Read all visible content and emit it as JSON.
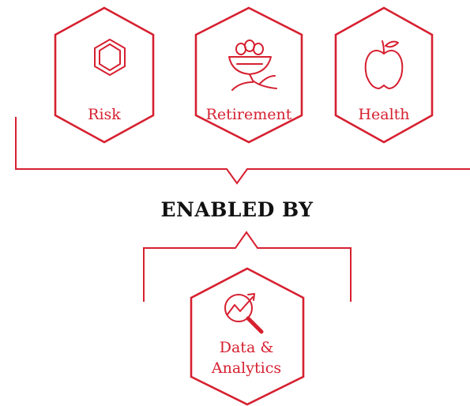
{
  "top_pillars": [
    {
      "label": "Risk",
      "icon": "benzene-ring-icon"
    },
    {
      "label": "Retirement",
      "icon": "nest-eggs-icon"
    },
    {
      "label": "Health",
      "icon": "apple-icon"
    }
  ],
  "connector_text": "ENABLED BY",
  "foundation": {
    "label_line1": "Data &",
    "label_line2": "Analytics",
    "icon": "magnifier-chart-icon"
  },
  "colors": {
    "accent": "#d62030",
    "heading": "#111111",
    "background": "#ffffff"
  }
}
